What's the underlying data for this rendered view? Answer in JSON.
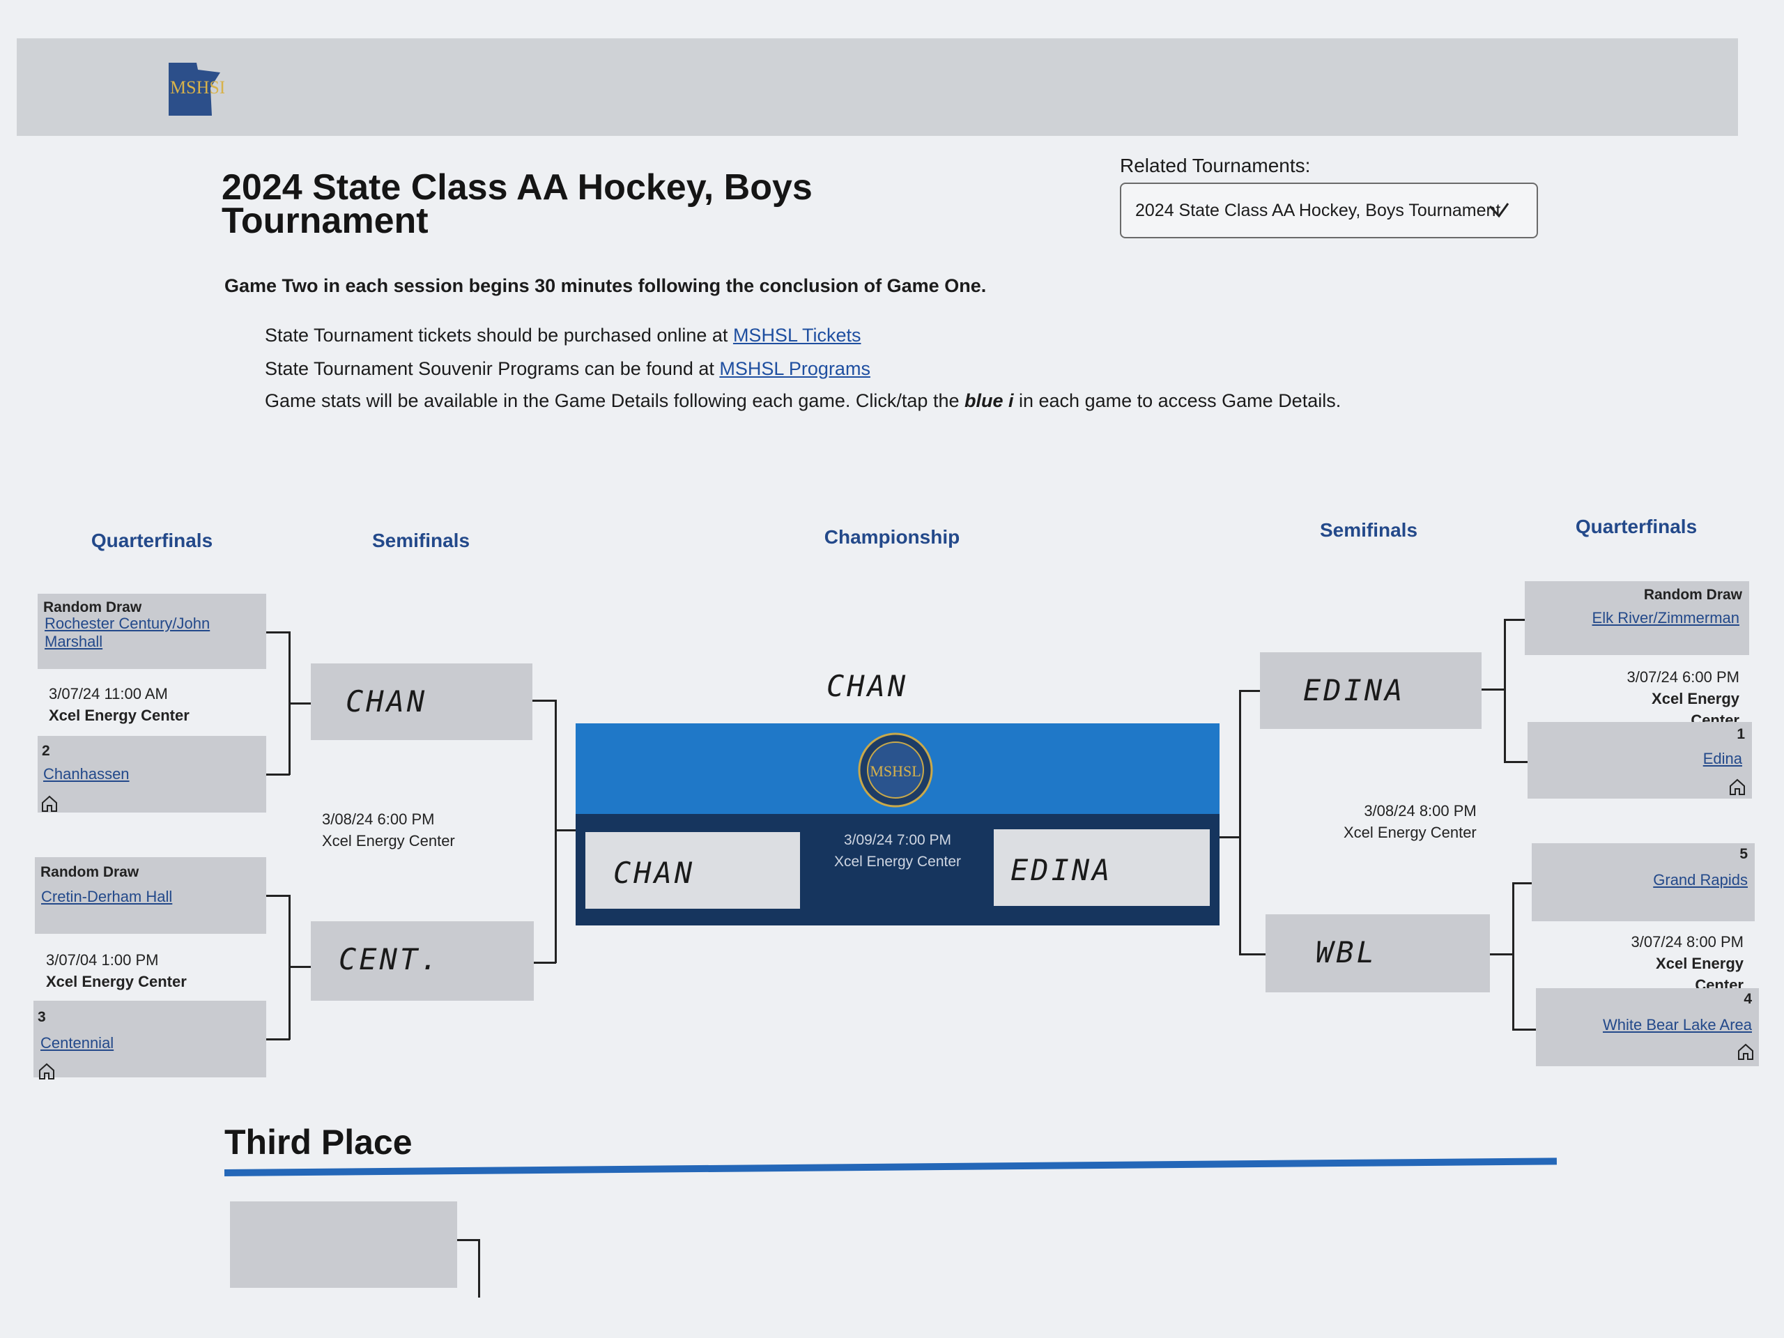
{
  "header": {
    "logo_text": "MSHSL",
    "title": "2024 State Class AA Hockey, Boys Tournament",
    "related_label": "Related Tournaments:",
    "related_value": "2024 State Class AA Hockey, Boys Tournament"
  },
  "notes": {
    "bold": "Game Two in each session begins 30 minutes following the conclusion of Game One.",
    "tickets_prefix": "State Tournament tickets should be purchased online at ",
    "tickets_link": "MSHSL Tickets",
    "programs_prefix": "State Tournament Souvenir Programs can be found at ",
    "programs_link": "MSHSL Programs",
    "stats_prefix": "Game stats will be available in the Game Details following each game. Click/tap the ",
    "stats_emph": "blue i",
    "stats_suffix": " in each game to access Game Details."
  },
  "rounds": {
    "left_qf": "Quarterfinals",
    "left_sf": "Semifinals",
    "champ": "Championship",
    "right_sf": "Semifinals",
    "right_qf": "Quarterfinals"
  },
  "left": {
    "qf1": {
      "top_draw": "Random Draw",
      "top_team": "Rochester Century/John Marshall",
      "date": "3/07/24 11:00 AM",
      "venue": "Xcel Energy Center",
      "bottom_seed": "2",
      "bottom_team": "Chanhassen"
    },
    "qf2": {
      "top_draw": "Random Draw",
      "top_team": "Cretin-Derham Hall",
      "date": "3/07/04 1:00 PM",
      "venue": "Xcel Energy Center",
      "bottom_seed": "3",
      "bottom_team": "Centennial"
    },
    "sf": {
      "top_pick": "CHAN",
      "date": "3/08/24 6:00 PM",
      "venue": "Xcel Energy Center",
      "bottom_pick": "CENT."
    }
  },
  "right": {
    "qf1": {
      "top_draw": "Random Draw",
      "top_team": "Elk River/Zimmerman",
      "date": "3/07/24 6:00 PM",
      "venue": "Xcel Energy Center",
      "bottom_seed": "1",
      "bottom_team": "Edina"
    },
    "qf2": {
      "top_seed": "5",
      "top_team": "Grand Rapids",
      "date": "3/07/24 8:00 PM",
      "venue": "Xcel Energy Center",
      "bottom_seed": "4",
      "bottom_team": "White Bear Lake Area"
    },
    "sf": {
      "top_pick": "EDINA",
      "date": "3/08/24 8:00 PM",
      "venue": "Xcel Energy Center",
      "bottom_pick": "WBL"
    }
  },
  "championship": {
    "winner_pick": "CHAN",
    "left_pick": "CHAN",
    "right_pick": "EDINA",
    "date": "3/09/24 7:00 PM",
    "venue": "Xcel Energy Center",
    "seal_text": "MSHSL"
  },
  "third_place": {
    "title": "Third Place"
  },
  "colors": {
    "accent_blue": "#1f78c8",
    "navy": "#16355e",
    "link": "#23498a",
    "box_gray": "#c9cbd0"
  }
}
